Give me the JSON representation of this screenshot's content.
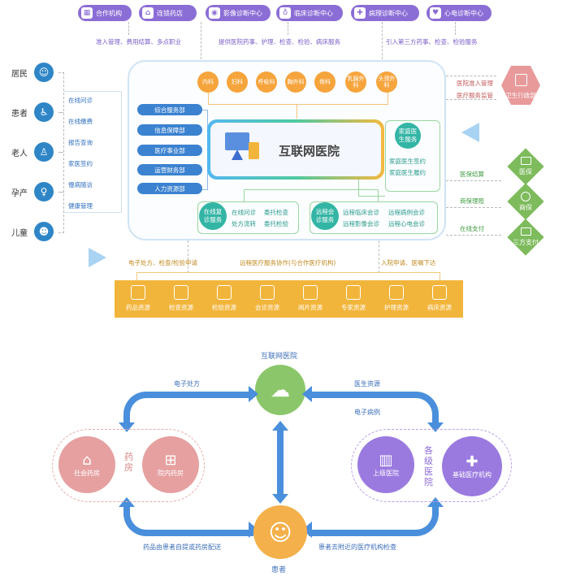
{
  "top_pills": [
    {
      "label": "合作机构",
      "icon": "building-icon"
    },
    {
      "label": "连锁药店",
      "icon": "store-icon"
    },
    {
      "label": "影像诊断中心",
      "icon": "camera-icon"
    },
    {
      "label": "临床诊断中心",
      "icon": "stethoscope-icon"
    },
    {
      "label": "病理诊断中心",
      "icon": "microscope-icon"
    },
    {
      "label": "心电诊断中心",
      "icon": "ecg-icon"
    }
  ],
  "top_notes": [
    "准入管理、费用结算、多点职业",
    "提供医院药事、护理、检查、检验、病床服务",
    "引入第三方药事、检查、检验服务"
  ],
  "people": [
    {
      "name": "居民",
      "icon": "person-icon"
    },
    {
      "name": "患者",
      "icon": "wheelchair-icon"
    },
    {
      "name": "老人",
      "icon": "elderly-icon"
    },
    {
      "name": "孕产",
      "icon": "pregnant-icon"
    },
    {
      "name": "儿童",
      "icon": "child-icon"
    }
  ],
  "left_services": [
    "在线问诊",
    "在线缴费",
    "报告查询",
    "家医签约",
    "慢病随访",
    "健康管理"
  ],
  "departments": [
    "内科",
    "妇科",
    "呼吸科",
    "胸外科",
    "骨科",
    "乳腺外科",
    "头颈外科"
  ],
  "admin_pills": [
    "综合服务部",
    "信息保障部",
    "医疗事业部",
    "运营财务部",
    "人力资源部"
  ],
  "core_title": "互联网医院",
  "family_doctor": {
    "title": "家庭医生服务",
    "items": [
      "家庭医生签约",
      "家庭医生履约"
    ]
  },
  "online_followup": {
    "title": "在线复诊服务",
    "items": [
      "在线问诊",
      "委托检查",
      "处方流转",
      "委托检验"
    ]
  },
  "remote_consult": {
    "title": "远程会诊服务",
    "items": [
      "远程临床会诊",
      "远程病例会诊",
      "远程影像会诊",
      "远程心电会诊"
    ]
  },
  "right_notes": [
    "医院准入管理",
    "医疗服务监管"
  ],
  "health_dept": "卫生行政部",
  "insurance_notes": [
    "医保结算",
    "商保理赔",
    "在线支付"
  ],
  "insurance": [
    "医保",
    "商保",
    "三方支付"
  ],
  "bottom_notes": [
    "电子处方、检查/检验申请",
    "远程医疗服务协作(与合作医疗机构)",
    "入院申请、医嘱下达"
  ],
  "resources": [
    "药品资源",
    "检查资源",
    "检验资源",
    "会诊资源",
    "阅片资源",
    "专家资源",
    "护理资源",
    "病床资源"
  ],
  "flow": {
    "center": "互联网医院",
    "left_top": "电子处方",
    "right_top1": "医生资源",
    "right_top2": "电子病例",
    "left_bottom": "药品由患者自提或药房配送",
    "right_bottom": "患者去附近的医疗机构检查",
    "patient": "患者",
    "pharmacy_group": "药房",
    "pharmacies": [
      "社会药房",
      "院内药房"
    ],
    "hospital_group": "各级医院",
    "hospitals": [
      "上级医院",
      "基础医疗机构"
    ]
  },
  "colors": {
    "purple": "#8b6dd6",
    "blue": "#2f86c7",
    "orange": "#f6a43c",
    "teal": "#33b5a5",
    "gold": "#f2b53b",
    "green": "#7dbb5c",
    "pink": "#e89a9a"
  }
}
